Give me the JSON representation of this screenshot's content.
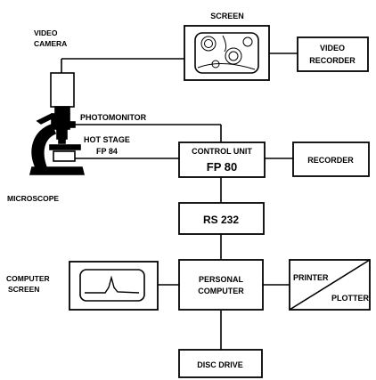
{
  "labels": {
    "screen": "SCREEN",
    "video_camera_line1": "VIDEO",
    "video_camera_line2": "CAMERA",
    "video_recorder_line1": "VIDEO",
    "video_recorder_line2": "RECORDER",
    "photomonitor": "PHOTOMONITOR",
    "hot_stage_line1": "HOT STAGE",
    "hot_stage_line2": "FP 84",
    "control_unit_line1": "CONTROL UNIT",
    "control_unit_line2": "FP 80",
    "recorder": "RECORDER",
    "microscope": "MICROSCOPE",
    "rs232": "RS 232",
    "computer_screen_line1": "COMPUTER",
    "computer_screen_line2": "SCREEN",
    "personal_computer_line1": "PERSONAL",
    "personal_computer_line2": "COMPUTER",
    "printer": "PRINTER",
    "plotter": "PLOTTER",
    "disc_drive": "DISC DRIVE"
  }
}
